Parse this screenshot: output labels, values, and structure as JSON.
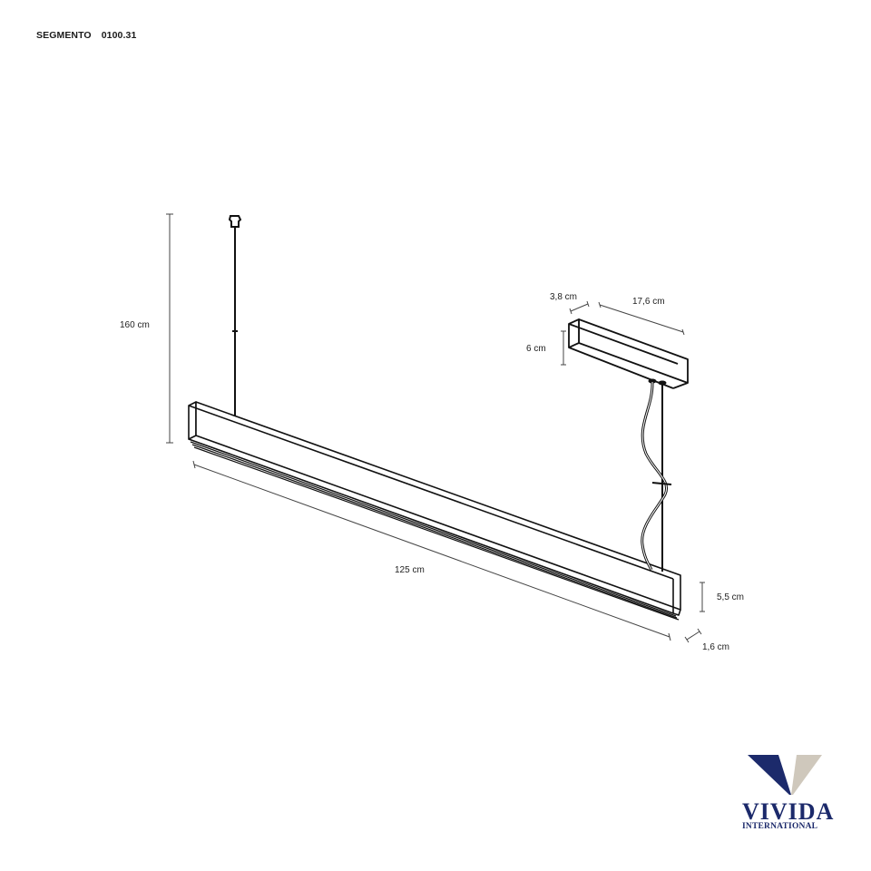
{
  "header": {
    "product_name": "SEGMENTO",
    "product_code": "0100.31"
  },
  "drawing": {
    "subject": "linear pendant lamp with ceiling canopy",
    "dimensions": {
      "suspension_height": "160 cm",
      "bar_length": "125 cm",
      "bar_height": "5,5 cm",
      "bar_depth": "1,6 cm",
      "canopy_width": "3,8 cm",
      "canopy_length": "17,6 cm",
      "canopy_height": "6 cm"
    },
    "colors": {
      "line": "#111111",
      "dimension_line": "#444444"
    }
  },
  "logo": {
    "wordmark": "VIVIDA",
    "subtitle": "INTERNATIONAL",
    "colors": {
      "navy": "#1c2a6b",
      "beige": "#cfc8bc"
    }
  }
}
